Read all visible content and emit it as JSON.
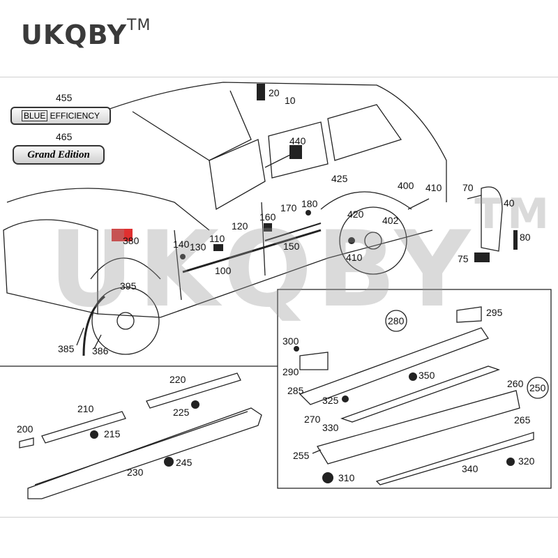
{
  "brand": {
    "name": "UKQBY",
    "tm": "TM"
  },
  "watermark": {
    "text": "UKQBY",
    "tm": "TM"
  },
  "emblems": {
    "blue_efficiency_boxed": "BLUE",
    "blue_efficiency_rest": "EFFICIENCY",
    "grand_edition": "Grand Edition"
  },
  "callouts": {
    "c455": "455",
    "c465": "465",
    "c20": "20",
    "c10": "10",
    "c440": "440",
    "c425": "425",
    "c400": "400",
    "c410a": "410",
    "c70": "70",
    "c40": "40",
    "c80": "80",
    "c75": "75",
    "c420": "420",
    "c402": "402",
    "c410b": "410",
    "c380": "380",
    "c140": "140",
    "c130": "130",
    "c110": "110",
    "c120": "120",
    "c160": "160",
    "c170": "170",
    "c180": "180",
    "c150": "150",
    "c100": "100",
    "c395": "395",
    "c385": "385",
    "c386": "386",
    "c295": "295",
    "c280": "280",
    "c300": "300",
    "c290": "290",
    "c350": "350",
    "c260": "260",
    "c250": "250",
    "c285": "285",
    "c325": "325",
    "c270": "270",
    "c265": "265",
    "c330": "330",
    "c255": "255",
    "c320": "320",
    "c340": "340",
    "c310": "310",
    "c220": "220",
    "c210": "210",
    "c225": "225",
    "c200": "200",
    "c215": "215",
    "c245": "245",
    "c230": "230"
  },
  "colors": {
    "highlight": "#e03030",
    "line": "#222222",
    "watermark": "#969696"
  }
}
